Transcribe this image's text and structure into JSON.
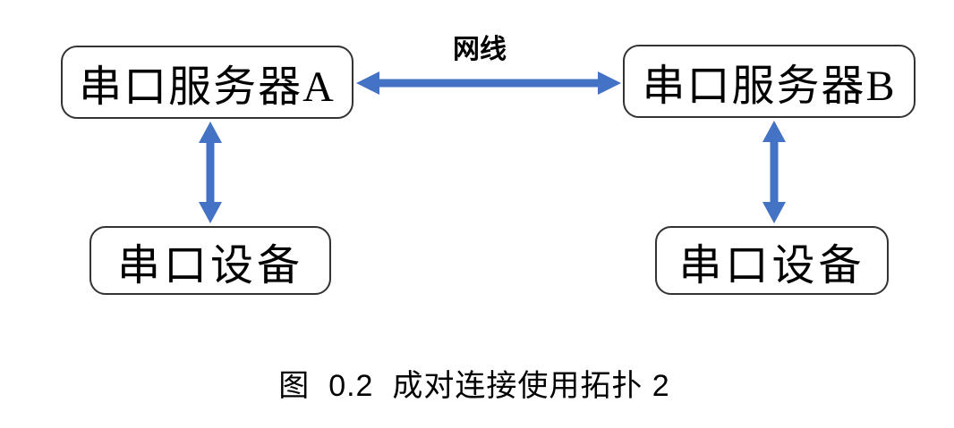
{
  "diagram": {
    "nodes": {
      "server_a": "串口服务器A",
      "server_b": "串口服务器B",
      "device_left": "串口设备",
      "device_right": "串口设备"
    },
    "edges": {
      "ethernet_label": "网线"
    },
    "caption": "图  0.2  成对连接使用拓扑 2"
  },
  "colors": {
    "arrow": "#4472C4",
    "border": "#333333",
    "text": "#000000",
    "background": "#ffffff"
  }
}
